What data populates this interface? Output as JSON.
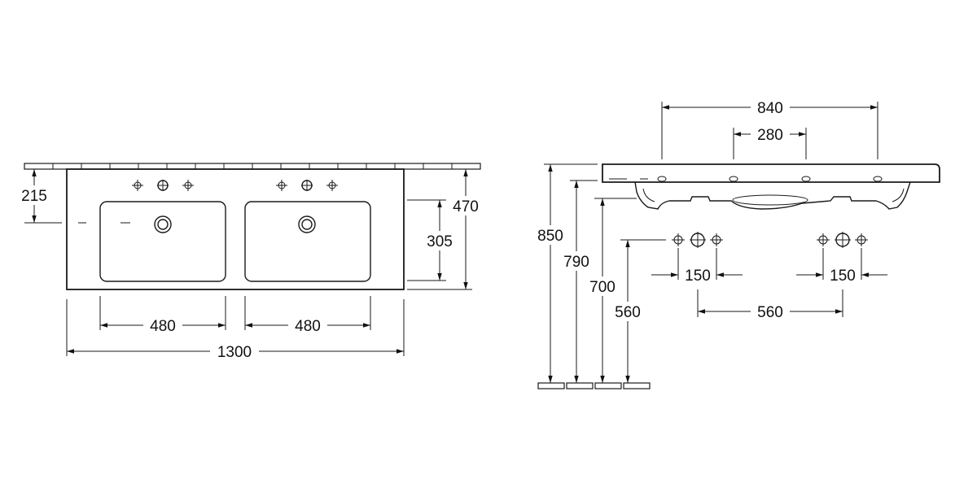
{
  "top_view": {
    "depth_to_tap": "215",
    "total_depth": "470",
    "bowl_depth": "305",
    "bowl_width_left": "480",
    "bowl_width_right": "480",
    "total_width": "1300"
  },
  "side_view": {
    "tap_spacing_outer": "840",
    "tap_spacing_inner": "280",
    "height_total": "850",
    "height_790": "790",
    "height_700": "700",
    "height_560": "560",
    "tap_hole_spacing_left": "150",
    "tap_hole_spacing_right": "150",
    "tap_group_spacing": "560"
  }
}
